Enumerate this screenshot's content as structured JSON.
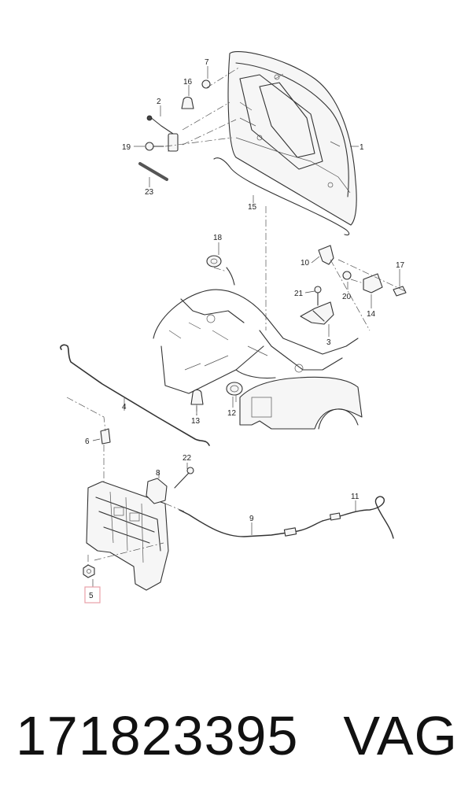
{
  "diagram": {
    "callouts": [
      "1",
      "2",
      "3",
      "4",
      "5",
      "6",
      "7",
      "8",
      "9",
      "10",
      "11",
      "12",
      "13",
      "14",
      "15",
      "16",
      "17",
      "18",
      "19",
      "20",
      "21",
      "22",
      "23"
    ],
    "highlighted_callout": "5",
    "highlight_color": "#e8a0a8"
  },
  "footer": {
    "part_number": "171823395",
    "brand": "VAG"
  }
}
